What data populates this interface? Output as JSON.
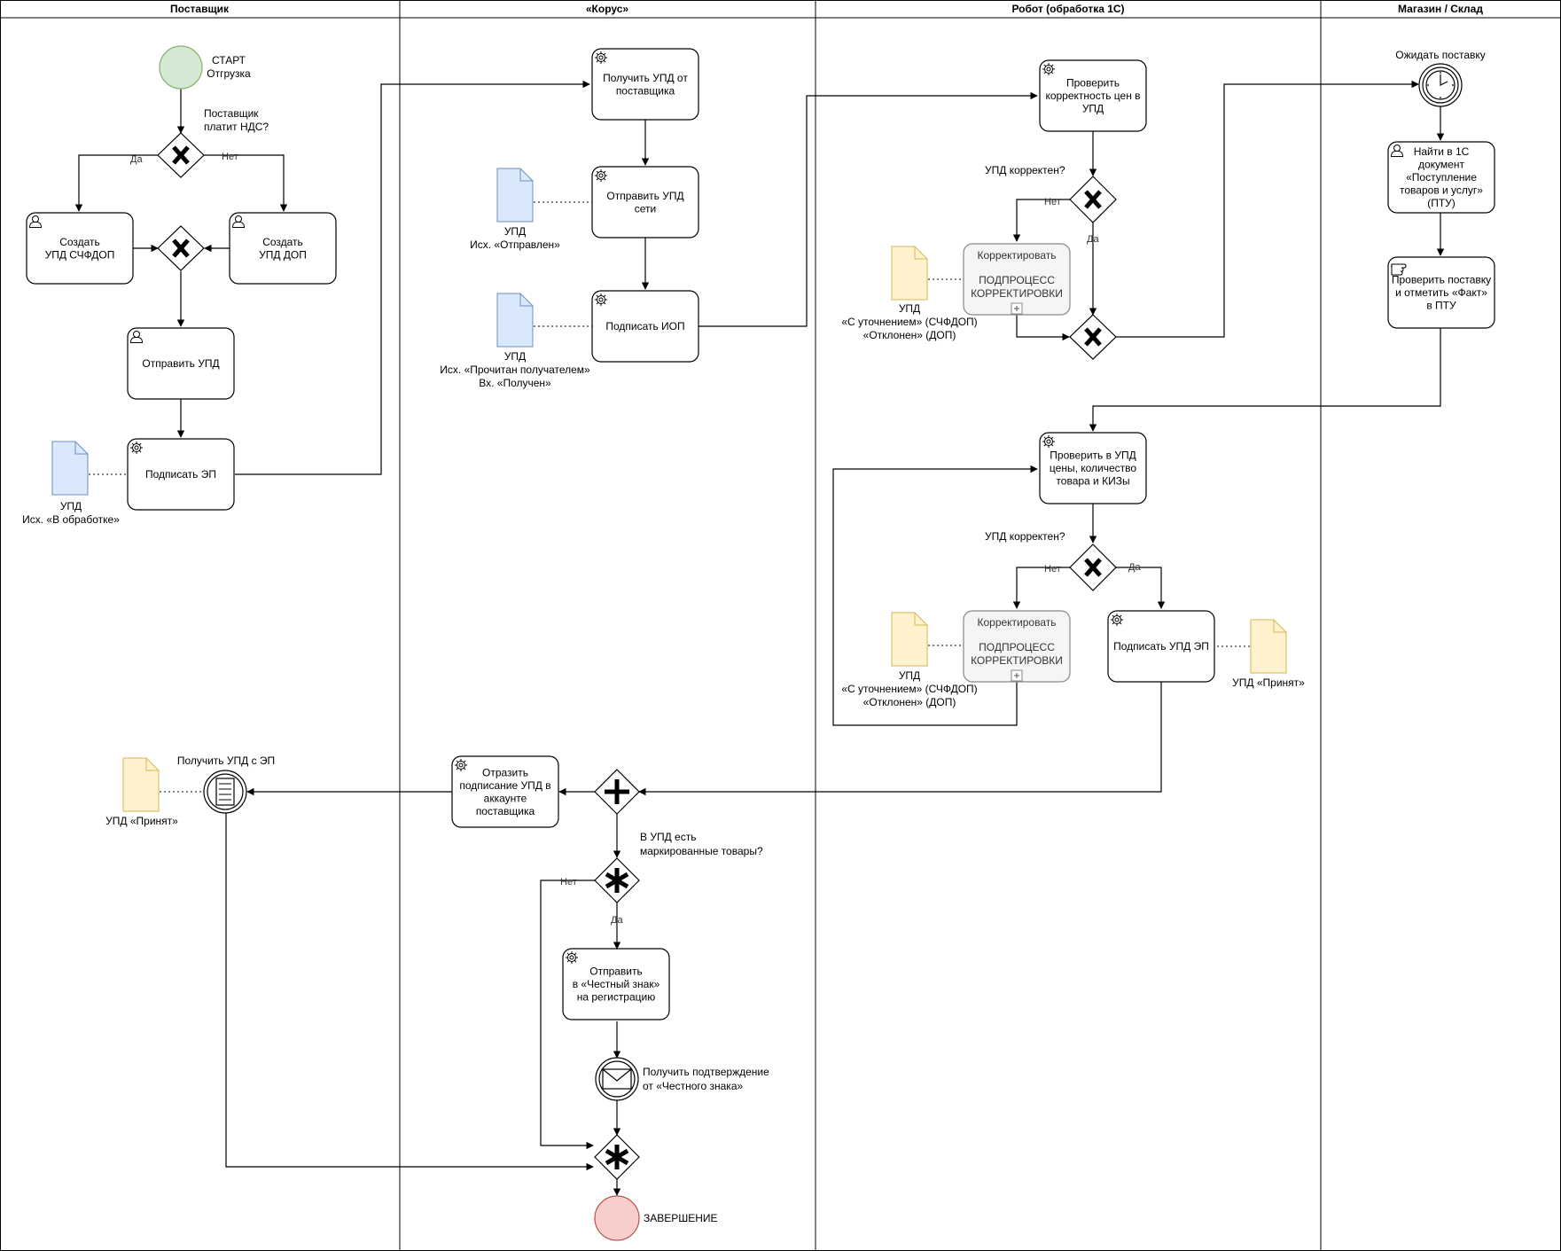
{
  "lanes": [
    "Поставщик",
    "«Корус»",
    "Робот (обработка 1С)",
    "Магазин / Склад"
  ],
  "events": {
    "start": [
      "СТАРТ",
      "Отгрузка"
    ],
    "end": "ЗАВЕРШЕНИЕ",
    "wait_delivery": "Ожидать поставку",
    "receive_upd": "Получить УПД с ЭП",
    "receive_confirm": [
      "Получить подтверждение",
      "от «Честного знака»"
    ]
  },
  "tasks": {
    "create_schfdop": [
      "Создать",
      "УПД СЧФДОП"
    ],
    "create_dop": [
      "Создать",
      "УПД ДОП"
    ],
    "send_upd": [
      "Отправить УПД"
    ],
    "sign_ep": [
      "Подписать ЭП"
    ],
    "get_upd": [
      "Получить УПД от",
      "поставщика"
    ],
    "send_network": [
      "Отправить УПД",
      "сети"
    ],
    "sign_iop": [
      "Подписать ИОП"
    ],
    "reflect": [
      "Отразить",
      "подписание УПД в",
      "аккаунте",
      "поставщика"
    ],
    "send_cz": [
      "Отправить",
      "в «Честный знак»",
      "на регистрацию"
    ],
    "check_prices": [
      "Проверить",
      "корректность цен в",
      "УПД"
    ],
    "check_all": [
      "Проверить в УПД",
      "цены, количество",
      "товара и КИЗы"
    ],
    "sign_upd_ep": [
      "Подписать УПД ЭП"
    ],
    "find_1c": [
      "Найти в 1С",
      "документ",
      "«Поступление",
      "товаров и услуг»",
      "(ПТУ)"
    ],
    "check_delivery": [
      "Проверить поставку",
      "и отметить «Факт»",
      "в ПТУ"
    ]
  },
  "subprocess": {
    "title": "Корректировать",
    "body": [
      "ПОДПРОЦЕСС",
      "КОРРЕКТИРОВКИ"
    ]
  },
  "questions": {
    "vat": [
      "Поставщик",
      "платит НДС?"
    ],
    "upd_correct": "УПД корректен?",
    "marked": [
      "В УПД есть",
      "маркированные товары?"
    ]
  },
  "branch": {
    "yes": "Да",
    "no": "Нет"
  },
  "documents": {
    "upd_processing": [
      "УПД",
      "Исх. «В обработке»"
    ],
    "upd_sent": [
      "УПД",
      "Исх. «Отправлен»"
    ],
    "upd_read": [
      "УПД",
      "Исх. «Прочитан получателем»",
      "Вх. «Получен»"
    ],
    "upd_clarified": [
      "УПД",
      "«С уточнением» (СЧФДОП)",
      "«Отклонен» (ДОП)"
    ],
    "upd_accepted": [
      "УПД «Принят»"
    ]
  },
  "colors": {
    "start_fill": "#d5e8d4",
    "start_stroke": "#82b366",
    "end_fill": "#f8cecc",
    "end_stroke": "#b85450",
    "doc_blue_fill": "#dae8fc",
    "doc_blue_stroke": "#6c8ebf",
    "doc_yellow_fill": "#fff2cc",
    "doc_yellow_stroke": "#d6b656"
  }
}
